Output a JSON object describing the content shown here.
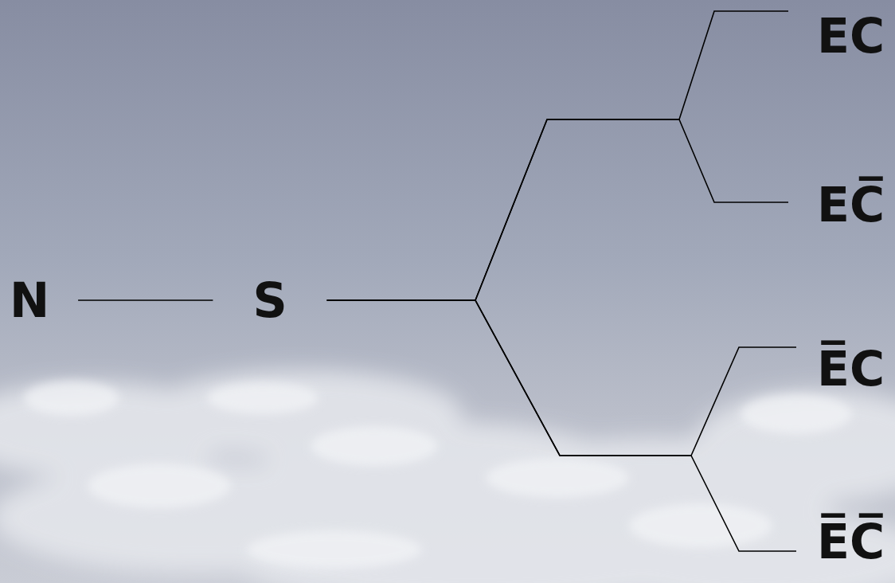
{
  "diagram": {
    "nodes": [
      {
        "text": [
          "N"
        ]
      },
      {
        "text": [
          "S"
        ]
      },
      {
        "text": [
          "EC"
        ]
      },
      {
        "text": [
          "EC̅"
        ]
      },
      {
        "text": [
          "E̅C"
        ]
      },
      {
        "text": [
          "E̅C̅"
        ]
      }
    ],
    "edges": [
      {
        "from": 0,
        "to": 1,
        "arrow": "none"
      },
      {
        "from": 1,
        "to": 2,
        "arrow": "none"
      },
      {
        "from": 1,
        "to": 3,
        "arrow": "none"
      },
      {
        "from": 1,
        "to": 4,
        "arrow": "none"
      },
      {
        "from": 1,
        "to": 5,
        "arrow": "none"
      }
    ]
  }
}
